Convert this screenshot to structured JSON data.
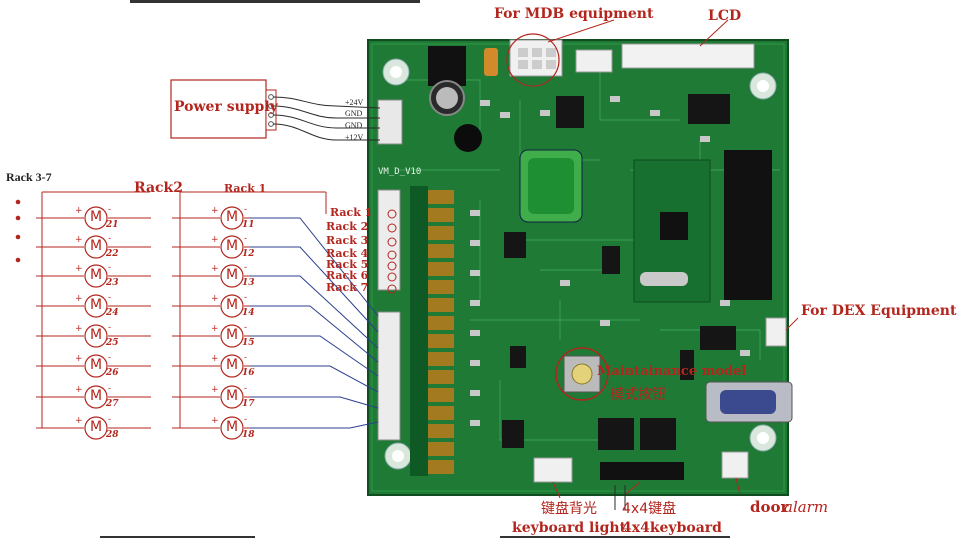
{
  "labels": {
    "mdb": "For MDB equipment",
    "lcd": "LCD",
    "power_supply": "Power supply",
    "v24": "+24V",
    "gnd1": "GND",
    "gnd2": "GND",
    "v12": "+12V",
    "rack37": "Rack 3-7",
    "rack2": "Rack2",
    "rack1": "Rack 1",
    "dex": "For DEX Equipment",
    "maint_en": "Maintainance model",
    "maint_cn": "模式按钮",
    "kb_light_cn": "键盘背光",
    "kb_light_en": "keyboard light",
    "kb4_cn": "4x4键盘",
    "kb4_en": "4x4keyboard",
    "door": "door",
    "alarm": "alarm",
    "board_name": "VM_D_V10"
  },
  "connector_racks": [
    "Rack 1",
    "Rack 2",
    "Rack 3",
    "Rack 4",
    "Rack 5",
    "Rack 6",
    "Rack 7"
  ],
  "motor_symbol": "M",
  "rack2_motors": [
    "21",
    "22",
    "23",
    "24",
    "25",
    "26",
    "27",
    "28"
  ],
  "rack1_motors": [
    "11",
    "12",
    "13",
    "14",
    "15",
    "16",
    "17",
    "18"
  ],
  "colors": {
    "pcb": "#1e7a35",
    "pcb_dark": "#0f4d20",
    "label_red": "#b3261e",
    "wire_blue": "#2b3f8f",
    "wire_red": "#c0392b"
  }
}
